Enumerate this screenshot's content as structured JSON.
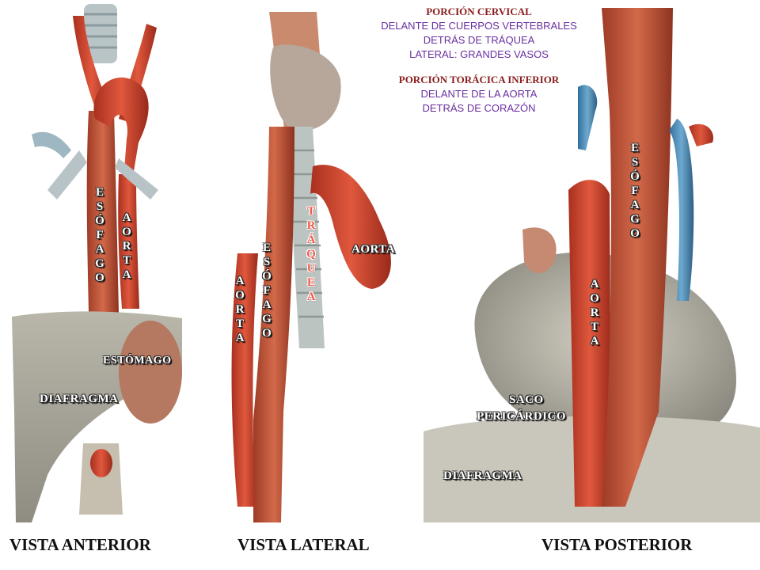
{
  "info": {
    "cervical_title": "PORCIÓN CERVICAL",
    "cervical_lines": [
      "DELANTE DE CUERPOS VERTEBRALES",
      "DETRÁS DE TRÁQUEA",
      "LATERAL: GRANDES VASOS"
    ],
    "thoracic_title": "PORCIÓN TORÁCICA INFERIOR",
    "thoracic_lines": [
      "DELANTE DE LA AORTA",
      "DETRÁS DE CORAZÓN"
    ]
  },
  "anterior": {
    "esofago": "ESÓFAGO",
    "aorta": "AORTA",
    "estomago": "ESTÓMAGO",
    "diafragma": "DIAFRAGMA",
    "view_title": "VISTA ANTERIOR"
  },
  "lateral": {
    "traquea": "TRÁQUEA",
    "aorta_h": "AORTA",
    "esofago": "ESÓFAGO",
    "aorta_v": "AORTA",
    "view_title": "VISTA LATERAL"
  },
  "posterior": {
    "esofago": "ESÓFAGO",
    "aorta": "AORTA",
    "saco_1": "SACO",
    "saco_2": "PERICÁRDICO",
    "diafragma": "DIAFRAGMA",
    "view_title": "VISTA POSTERIOR"
  }
}
